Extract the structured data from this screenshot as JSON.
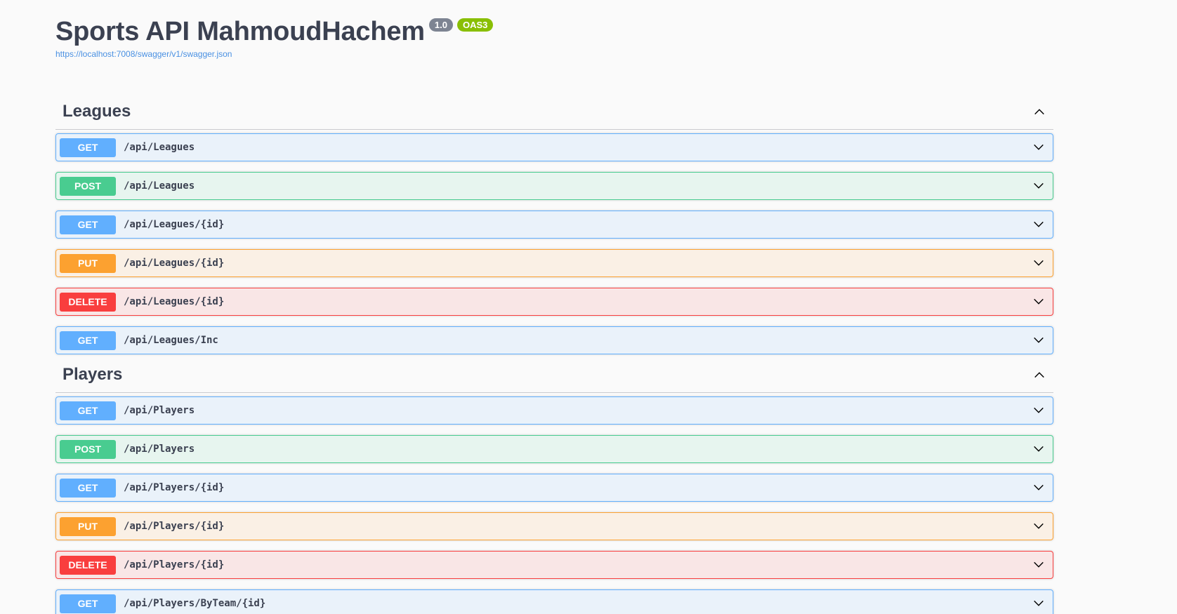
{
  "info": {
    "title": "Sports API MahmoudHachem",
    "version": "1.0",
    "oas": "OAS3",
    "spec_url": "https://localhost:7008/swagger/v1/swagger.json"
  },
  "colors": {
    "get": "#61affe",
    "post": "#49cc90",
    "put": "#fca130",
    "delete": "#f93e3e"
  },
  "sections": [
    {
      "name": "Leagues",
      "operations": [
        {
          "method": "GET",
          "path": "/api/Leagues"
        },
        {
          "method": "POST",
          "path": "/api/Leagues"
        },
        {
          "method": "GET",
          "path": "/api/Leagues/{id}"
        },
        {
          "method": "PUT",
          "path": "/api/Leagues/{id}"
        },
        {
          "method": "DELETE",
          "path": "/api/Leagues/{id}"
        },
        {
          "method": "GET",
          "path": "/api/Leagues/Inc"
        }
      ]
    },
    {
      "name": "Players",
      "operations": [
        {
          "method": "GET",
          "path": "/api/Players"
        },
        {
          "method": "POST",
          "path": "/api/Players"
        },
        {
          "method": "GET",
          "path": "/api/Players/{id}"
        },
        {
          "method": "PUT",
          "path": "/api/Players/{id}"
        },
        {
          "method": "DELETE",
          "path": "/api/Players/{id}"
        },
        {
          "method": "GET",
          "path": "/api/Players/ByTeam/{id}"
        }
      ]
    }
  ]
}
